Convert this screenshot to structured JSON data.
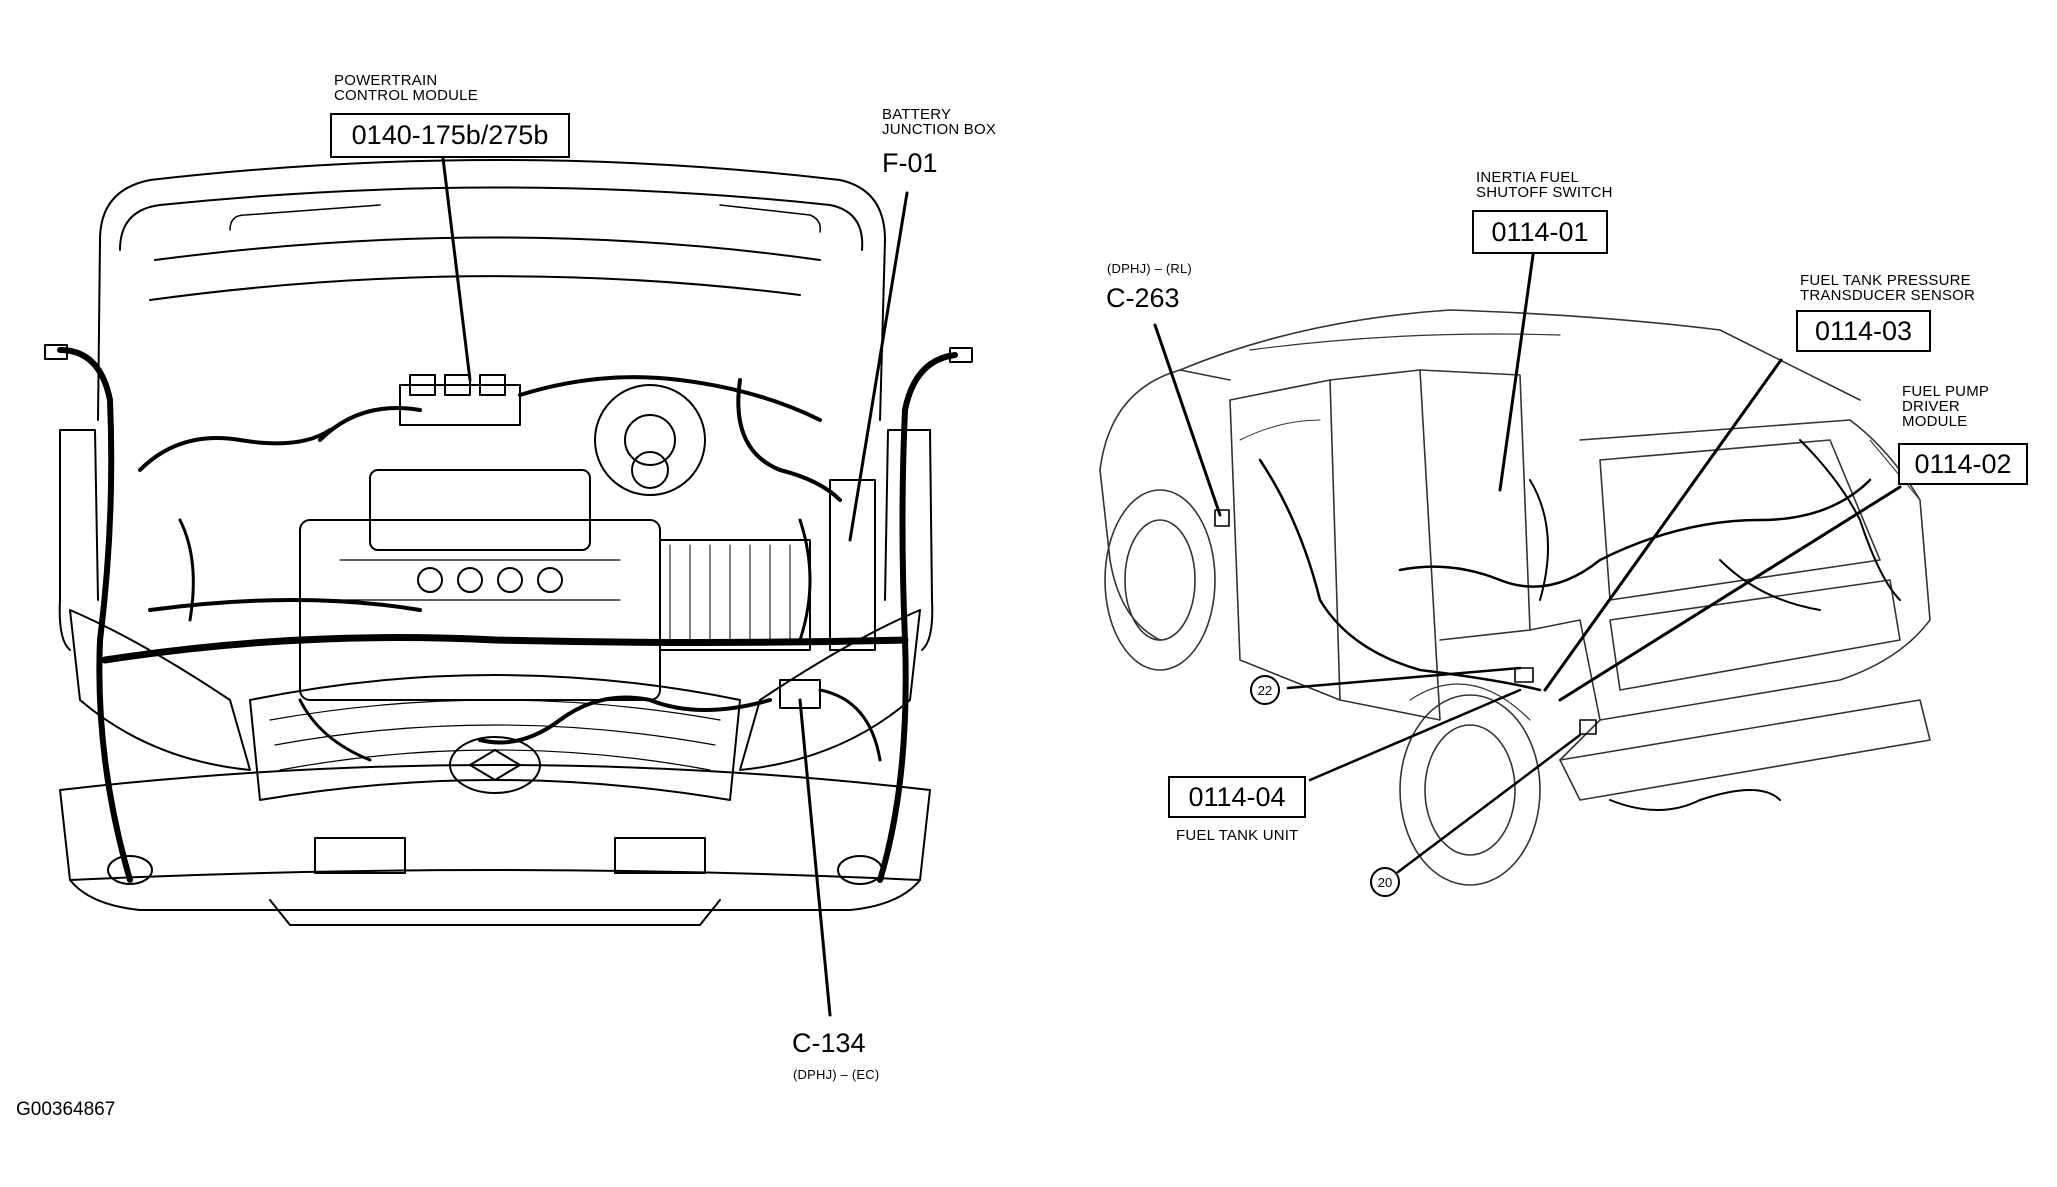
{
  "figure_id": "G00364867",
  "left_view": {
    "pcm": {
      "label_line1": "POWERTRAIN",
      "label_line2": "CONTROL MODULE",
      "code": "0140-175b/275b"
    },
    "bjb": {
      "label_line1": "BATTERY",
      "label_line2": "JUNCTION BOX",
      "code": "F-01"
    },
    "c134": {
      "code": "C-134",
      "sub": "(DPHJ) – (EC)"
    }
  },
  "right_view": {
    "c263": {
      "sub": "(DPHJ) – (RL)",
      "code": "C-263"
    },
    "inertia": {
      "label_line1": "INERTIA FUEL",
      "label_line2": "SHUTOFF SWITCH",
      "code": "0114-01"
    },
    "pressure": {
      "label_line1": "FUEL TANK PRESSURE",
      "label_line2": "TRANSDUCER SENSOR",
      "code": "0114-03"
    },
    "pump": {
      "label_line1": "FUEL PUMP",
      "label_line2": "DRIVER",
      "label_line3": "MODULE",
      "code": "0114-02"
    },
    "tank": {
      "code": "0114-04",
      "label": "FUEL TANK UNIT"
    },
    "callout_22": "22",
    "callout_20": "20"
  }
}
